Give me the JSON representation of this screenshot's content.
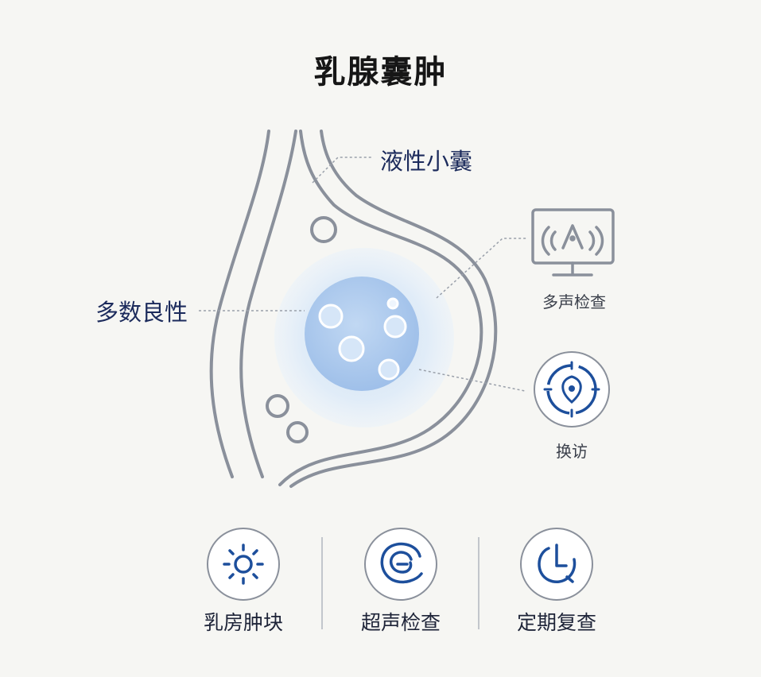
{
  "title": "乳腺囊肿",
  "callouts": {
    "liquid_cyst": "液性小囊",
    "mostly_benign": "多数良性",
    "ultrasound": "多声检查",
    "followup": "换访"
  },
  "bottom_items": [
    {
      "label": "乳房肿块",
      "icon": "sun-icon"
    },
    {
      "label": "超声检查",
      "icon": "ultrasound-wave-icon"
    },
    {
      "label": "定期复查",
      "icon": "clock-icon"
    }
  ],
  "colors": {
    "outline": "#8a909b",
    "accent_blue": "#1d4f9c",
    "cyst_fill": "#a9c8ee",
    "halo": "#dde9f7"
  }
}
